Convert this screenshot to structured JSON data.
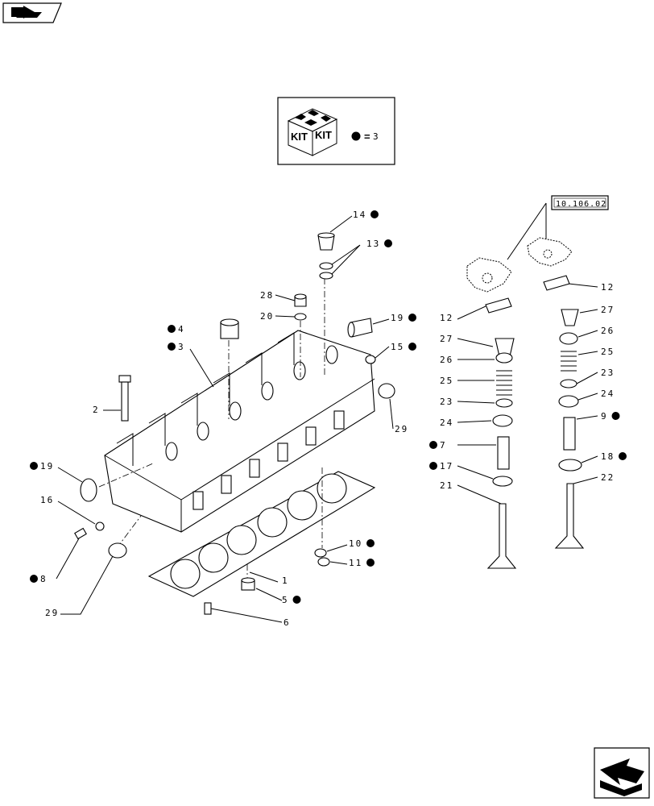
{
  "kit_legend": {
    "kit_text_1": "KIT",
    "kit_text_2": "KIT",
    "equals": "=",
    "quantity": "3"
  },
  "reference_box": {
    "text": "10.106.02"
  },
  "icons": {
    "top_nav": "folder-arrow-icon",
    "bottom_nav": "next-page-arrow-icon",
    "kit_marker": "black-dot-marker-icon"
  },
  "callouts": [
    {
      "id": "c14",
      "text": "14",
      "kit": true
    },
    {
      "id": "c13",
      "text": "13",
      "kit": true
    },
    {
      "id": "c28",
      "text": "28",
      "kit": false
    },
    {
      "id": "c20",
      "text": "20",
      "kit": false
    },
    {
      "id": "c19a",
      "text": "19",
      "kit": true
    },
    {
      "id": "c15",
      "text": "15",
      "kit": true
    },
    {
      "id": "c4",
      "text": "4",
      "kit": true
    },
    {
      "id": "c3",
      "text": "3",
      "kit": true
    },
    {
      "id": "c2",
      "text": "2",
      "kit": false
    },
    {
      "id": "c29a",
      "text": "29",
      "kit": false
    },
    {
      "id": "c19b",
      "text": "19",
      "kit": true
    },
    {
      "id": "c16",
      "text": "16",
      "kit": false
    },
    {
      "id": "c8",
      "text": "8",
      "kit": true
    },
    {
      "id": "c29b",
      "text": "29",
      "kit": false
    },
    {
      "id": "c10",
      "text": "10",
      "kit": true
    },
    {
      "id": "c11",
      "text": "11",
      "kit": true
    },
    {
      "id": "c1",
      "text": "1",
      "kit": false
    },
    {
      "id": "c5",
      "text": "5",
      "kit": true
    },
    {
      "id": "c6",
      "text": "6",
      "kit": false
    },
    {
      "id": "c12a",
      "text": "12",
      "kit": false
    },
    {
      "id": "c27a",
      "text": "27",
      "kit": false
    },
    {
      "id": "c26a",
      "text": "26",
      "kit": false
    },
    {
      "id": "c25a",
      "text": "25",
      "kit": false
    },
    {
      "id": "c23a",
      "text": "23",
      "kit": false
    },
    {
      "id": "c24a",
      "text": "24",
      "kit": false
    },
    {
      "id": "c7",
      "text": "7",
      "kit": true
    },
    {
      "id": "c17",
      "text": "17",
      "kit": true
    },
    {
      "id": "c21",
      "text": "21",
      "kit": false
    },
    {
      "id": "c12b",
      "text": "12",
      "kit": false
    },
    {
      "id": "c27b",
      "text": "27",
      "kit": false
    },
    {
      "id": "c26b",
      "text": "26",
      "kit": false
    },
    {
      "id": "c25b",
      "text": "25",
      "kit": false
    },
    {
      "id": "c23b",
      "text": "23",
      "kit": false
    },
    {
      "id": "c24b",
      "text": "24",
      "kit": false
    },
    {
      "id": "c9",
      "text": "9",
      "kit": true
    },
    {
      "id": "c18",
      "text": "18",
      "kit": true
    },
    {
      "id": "c22",
      "text": "22",
      "kit": false
    }
  ]
}
